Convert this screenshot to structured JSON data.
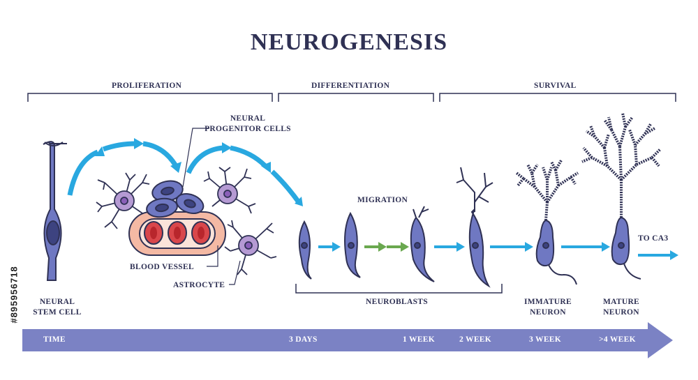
{
  "title": "NEUROGENESIS",
  "stages": {
    "proliferation": "PROLIFERATION",
    "differentiation": "DIFFERENTIATION",
    "survival": "SURVIVAL"
  },
  "labels": {
    "neural_stem_cell": [
      "NEURAL",
      "STEM CELL"
    ],
    "neural_progenitor_cells": [
      "NEURAL",
      "PROGENITOR CELLS"
    ],
    "blood_vessel": "BLOOD VESSEL",
    "astrocyte": "ASTROCYTE",
    "migration": "MIGRATION",
    "neuroblasts": "NEUROBLASTS",
    "immature_neuron": [
      "IMMATURE",
      "NEURON"
    ],
    "mature_neuron": [
      "MATURE",
      "NEURON"
    ],
    "to_ca3": "TO CA3"
  },
  "timeline": {
    "label": "TIME",
    "marks": [
      "3 DAYS",
      "1 WEEK",
      "2 WEEK",
      "3 WEEK",
      ">4 WEEK"
    ]
  },
  "stock_id": "#895956718",
  "colors": {
    "outline": "#2f3154",
    "cell_fill": "#6f78c2",
    "nucleus": "#3d4380",
    "arrow_blue": "#29a8e0",
    "arrow_green": "#6aa84f",
    "time_arrow": "#7b82c4",
    "vessel_wall": "#f4b9a4",
    "red_cell": "#d9474b",
    "astro_fill": "#b59ad3",
    "astro_core": "#8a5fb8"
  }
}
